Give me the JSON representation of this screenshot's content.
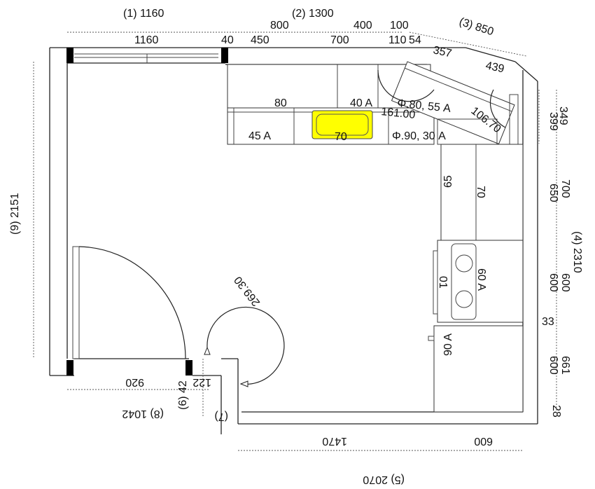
{
  "colors": {
    "sink": "#ffff00",
    "line": "#222222",
    "text": "#111111",
    "background": "#ffffff"
  },
  "walls": {
    "wall_1": "(1) 1160",
    "wall_2": "(2) 1300",
    "wall_3": "(3) 850",
    "wall_4": "(4) 2310",
    "wall_5": "(5) 2070",
    "wall_6": "(6) 42",
    "wall_7": "(7)",
    "wall_8": "(8) 1042",
    "wall_9": "(9) 2151"
  },
  "dimensions": {
    "top_1160_window": "1160",
    "top_40": "40",
    "top_450": "450",
    "top_700": "700",
    "top_110": "110",
    "top_54": "54",
    "top_800": "800",
    "top_400": "400",
    "top_100": "100",
    "diag_357": "357",
    "diag_439": "439",
    "right_399": "399",
    "right_349": "349",
    "right_650": "650",
    "right_700": "700",
    "right_600_a": "600",
    "right_600_b": "600",
    "right_33": "33",
    "right_600_c": "600",
    "right_661": "661",
    "right_28": "28",
    "bottom_1470": "1470",
    "bottom_600": "600",
    "bottom_920": "920",
    "bottom_122": "122"
  },
  "cabinets": {
    "upper_80": "80",
    "upper_40a": "40 A",
    "corner_phi80": "Φ.80, 55 A",
    "corner_161": "161.00",
    "corner_106": "106.70",
    "lower_45a": "45 A",
    "lower_70": "70",
    "lower_phi90": "Φ.90, 30 A",
    "side_65": "65",
    "side_70": "70",
    "side_01": "01",
    "side_60a": "60 A",
    "side_90a": "90 A"
  },
  "angles": {
    "door_swing": "269.30"
  }
}
